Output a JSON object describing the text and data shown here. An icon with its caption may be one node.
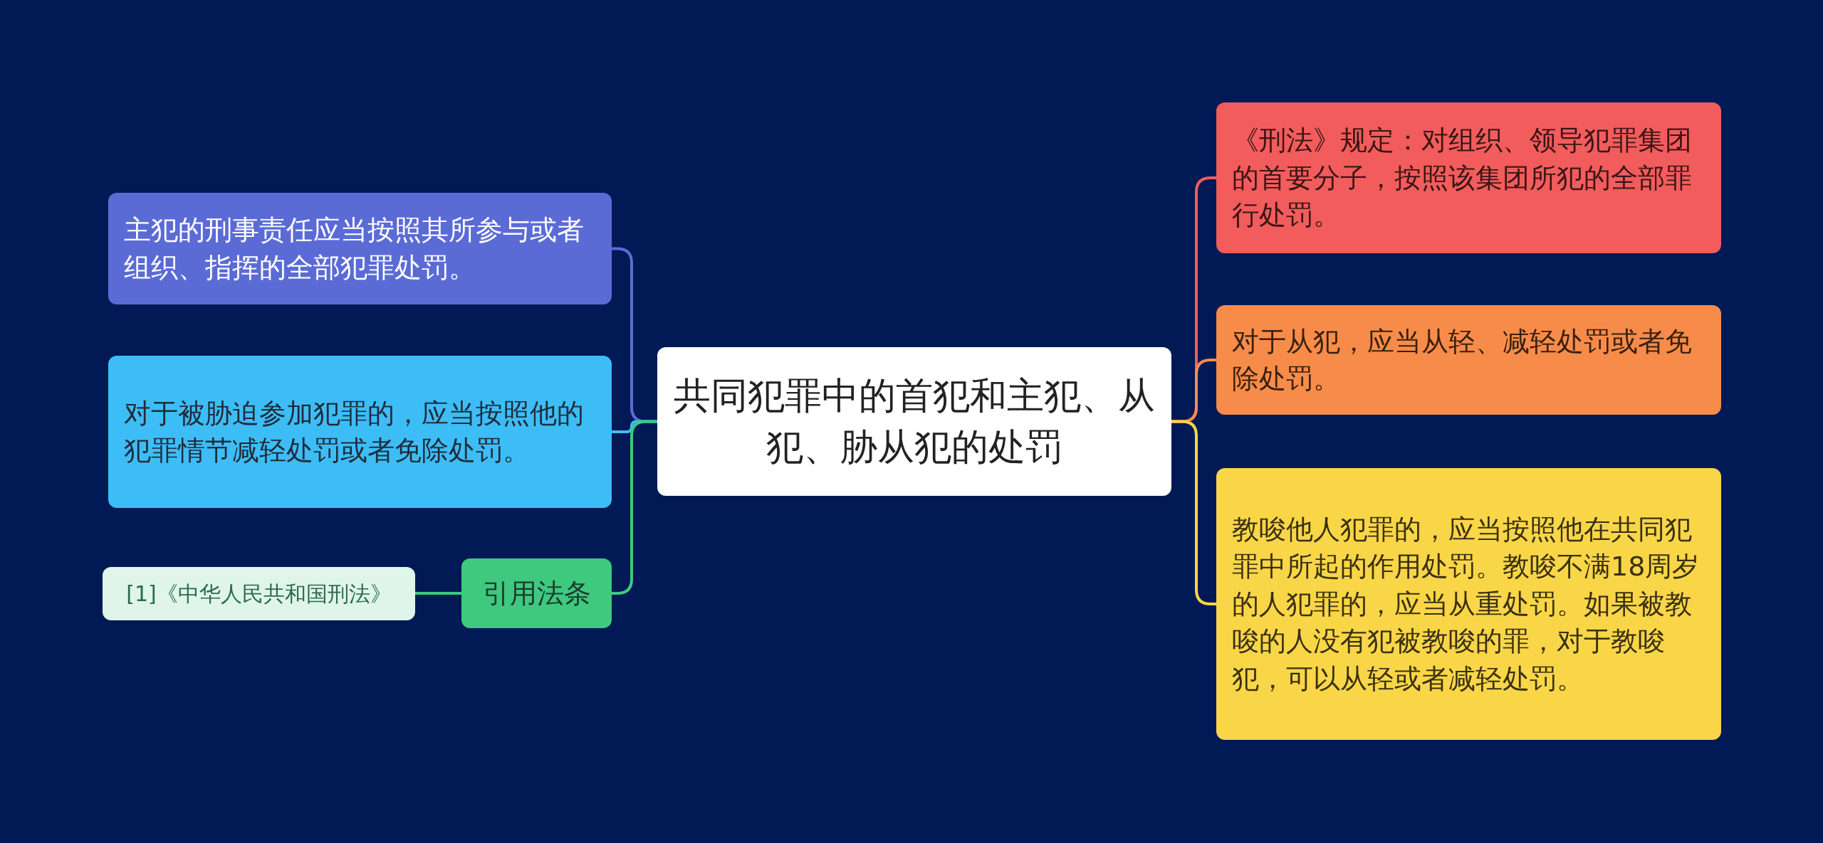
{
  "diagram": {
    "nodes": [
      {
        "text": [
          "共同犯罪中的首犯和主犯、从犯、胁从犯的处罚"
        ]
      },
      {
        "text": [
          "主犯的刑事责任应当按照其所参与或者组织、指挥的全部犯罪处罚。"
        ]
      },
      {
        "text": [
          "对于被胁迫参加犯罪的，应当按照他的犯罪情节减轻处罚或者免除处罚。"
        ]
      },
      {
        "text": [
          "引用法条"
        ]
      },
      {
        "text": [
          "[1]《中华人民共和国刑法》"
        ]
      },
      {
        "text": [
          "《刑法》规定：对组织、领导犯罪集团的首要分子，按照该集团所犯的全部罪行处罚。"
        ]
      },
      {
        "text": [
          "对于从犯，应当从轻、减轻处罚或者免除处罚。"
        ]
      },
      {
        "text": [
          "教唆他人犯罪的，应当按照他在共同犯罪中所起的作用处罚。教唆不满18周岁的人犯罪的，应当从重处罚。如果被教唆的人没有犯被教唆的罪，对于教唆犯，可以从轻或者减轻处罚。"
        ]
      }
    ],
    "edges": [
      {
        "from": 0,
        "to": 1,
        "arrow": "none",
        "color": "#5b6bd6"
      },
      {
        "from": 0,
        "to": 2,
        "arrow": "none",
        "color": "#3dbdf5"
      },
      {
        "from": 0,
        "to": 3,
        "arrow": "none",
        "color": "#3ec97f"
      },
      {
        "from": 3,
        "to": 4,
        "arrow": "none",
        "color": "#3ec97f"
      },
      {
        "from": 0,
        "to": 5,
        "arrow": "none",
        "color": "#f25c5c"
      },
      {
        "from": 0,
        "to": 6,
        "arrow": "none",
        "color": "#f78c4a"
      },
      {
        "from": 0,
        "to": 7,
        "arrow": "none",
        "color": "#f9d648"
      }
    ]
  }
}
